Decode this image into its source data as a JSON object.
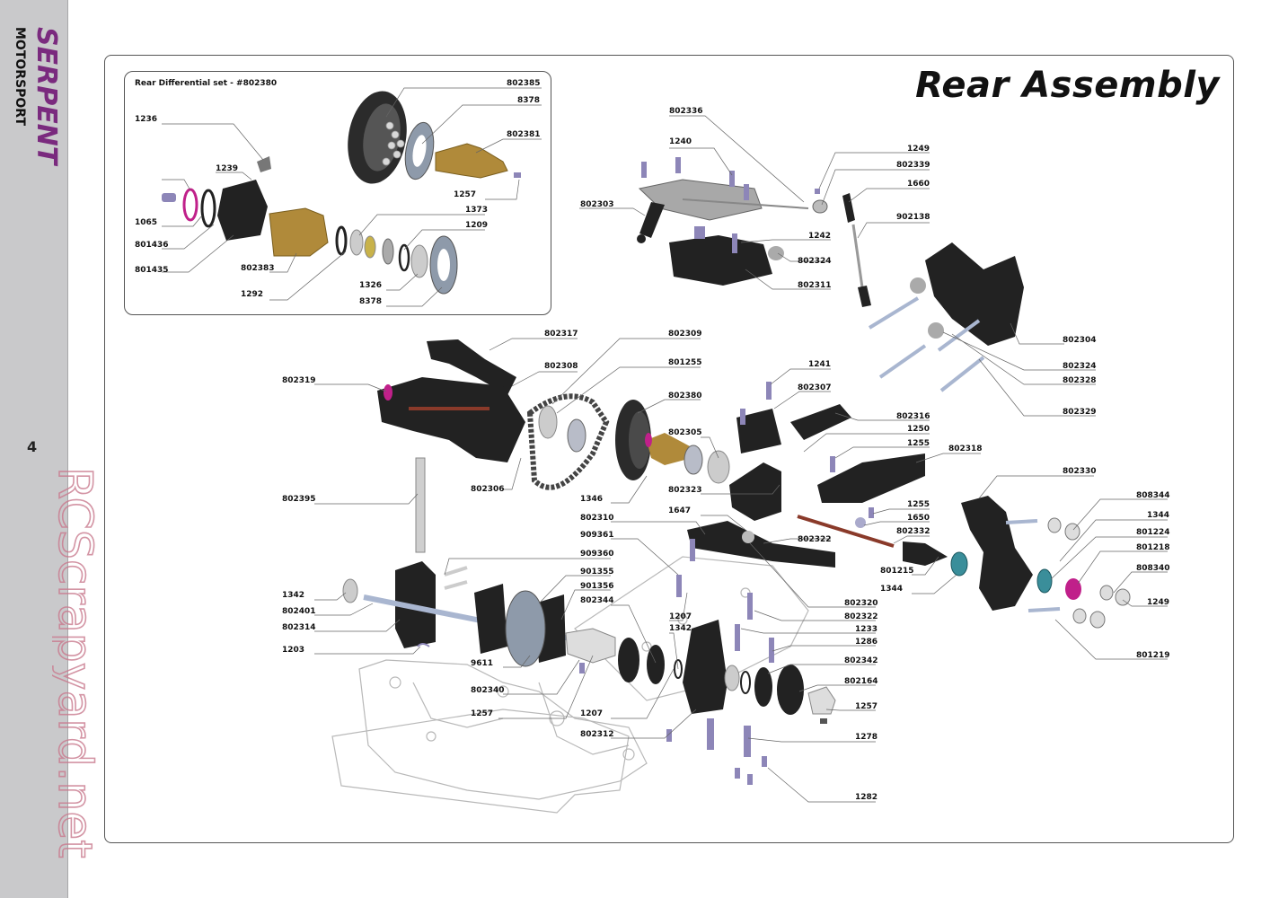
{
  "brand": {
    "line1": "SERPENT",
    "line2": "MOTORSPORT",
    "color": "#7a2a7e"
  },
  "page_number": "4",
  "title": "Rear Assembly",
  "inset_title": "Rear Differential set - #802380",
  "watermark": "RCScrapyard.net",
  "colors": {
    "part_black": "#1c1c1c",
    "screw_purple": "#8d86b8",
    "brass": "#b08a3a",
    "magenta": "#c0208a",
    "teal": "#3a8e9a",
    "outline_gray": "#b0b0b0",
    "leader": "#666666"
  },
  "labels": [
    {
      "id": "l802385",
      "text": "802385"
    },
    {
      "id": "l8378a",
      "text": "8378"
    },
    {
      "id": "l1236",
      "text": "1236"
    },
    {
      "id": "l802381",
      "text": "802381"
    },
    {
      "id": "l1239",
      "text": "1239"
    },
    {
      "id": "l1257a",
      "text": "1257"
    },
    {
      "id": "l1373",
      "text": "1373"
    },
    {
      "id": "l1065",
      "text": "1065"
    },
    {
      "id": "l1209",
      "text": "1209"
    },
    {
      "id": "l801436",
      "text": "801436"
    },
    {
      "id": "l801435",
      "text": "801435"
    },
    {
      "id": "l802383",
      "text": "802383"
    },
    {
      "id": "l1326",
      "text": "1326"
    },
    {
      "id": "l1292",
      "text": "1292"
    },
    {
      "id": "l8378b",
      "text": "8378"
    },
    {
      "id": "l802336",
      "text": "802336"
    },
    {
      "id": "l1240",
      "text": "1240"
    },
    {
      "id": "l1249a",
      "text": "1249"
    },
    {
      "id": "l802339",
      "text": "802339"
    },
    {
      "id": "l1660",
      "text": "1660"
    },
    {
      "id": "l802303",
      "text": "802303"
    },
    {
      "id": "l902138",
      "text": "902138"
    },
    {
      "id": "l1242",
      "text": "1242"
    },
    {
      "id": "l802324a",
      "text": "802324"
    },
    {
      "id": "l802311",
      "text": "802311"
    },
    {
      "id": "l802317",
      "text": "802317"
    },
    {
      "id": "l802309",
      "text": "802309"
    },
    {
      "id": "l802304",
      "text": "802304"
    },
    {
      "id": "l802308",
      "text": "802308"
    },
    {
      "id": "l801255",
      "text": "801255"
    },
    {
      "id": "l802324b",
      "text": "802324"
    },
    {
      "id": "l1241",
      "text": "1241"
    },
    {
      "id": "l802328",
      "text": "802328"
    },
    {
      "id": "l802319",
      "text": "802319"
    },
    {
      "id": "l802307",
      "text": "802307"
    },
    {
      "id": "l802380",
      "text": "802380"
    },
    {
      "id": "l802329",
      "text": "802329"
    },
    {
      "id": "l802316",
      "text": "802316"
    },
    {
      "id": "l1250",
      "text": "1250"
    },
    {
      "id": "l802305",
      "text": "802305"
    },
    {
      "id": "l1255a",
      "text": "1255"
    },
    {
      "id": "l802318",
      "text": "802318"
    },
    {
      "id": "l802330",
      "text": "802330"
    },
    {
      "id": "l802306",
      "text": "802306"
    },
    {
      "id": "l802323",
      "text": "802323"
    },
    {
      "id": "l808344",
      "text": "808344"
    },
    {
      "id": "l1346",
      "text": "1346"
    },
    {
      "id": "l802395",
      "text": "802395"
    },
    {
      "id": "l1255b",
      "text": "1255"
    },
    {
      "id": "l1647",
      "text": "1647"
    },
    {
      "id": "l1344a",
      "text": "1344"
    },
    {
      "id": "l1650",
      "text": "1650"
    },
    {
      "id": "l802310",
      "text": "802310"
    },
    {
      "id": "l802332",
      "text": "802332"
    },
    {
      "id": "l801224",
      "text": "801224"
    },
    {
      "id": "l909361",
      "text": "909361"
    },
    {
      "id": "l802322a",
      "text": "802322"
    },
    {
      "id": "l801218",
      "text": "801218"
    },
    {
      "id": "l909360",
      "text": "909360"
    },
    {
      "id": "l801215",
      "text": "801215"
    },
    {
      "id": "l808340",
      "text": "808340"
    },
    {
      "id": "l901355",
      "text": "901355"
    },
    {
      "id": "l1344b",
      "text": "1344"
    },
    {
      "id": "l901356",
      "text": "901356"
    },
    {
      "id": "l1342a",
      "text": "1342"
    },
    {
      "id": "l802344",
      "text": "802344"
    },
    {
      "id": "l1249b",
      "text": "1249"
    },
    {
      "id": "l802320",
      "text": "802320"
    },
    {
      "id": "l802401",
      "text": "802401"
    },
    {
      "id": "l802322b",
      "text": "802322"
    },
    {
      "id": "l1207a",
      "text": "1207"
    },
    {
      "id": "l802314",
      "text": "802314"
    },
    {
      "id": "l1342b",
      "text": "1342"
    },
    {
      "id": "l1233",
      "text": "1233"
    },
    {
      "id": "l1286",
      "text": "1286"
    },
    {
      "id": "l1203",
      "text": "1203"
    },
    {
      "id": "l801219",
      "text": "801219"
    },
    {
      "id": "l9611",
      "text": "9611"
    },
    {
      "id": "l802342",
      "text": "802342"
    },
    {
      "id": "l802164",
      "text": "802164"
    },
    {
      "id": "l802340",
      "text": "802340"
    },
    {
      "id": "l1257b",
      "text": "1257"
    },
    {
      "id": "l1257c",
      "text": "1257"
    },
    {
      "id": "l1207b",
      "text": "1207"
    },
    {
      "id": "l802312",
      "text": "802312"
    },
    {
      "id": "l1278",
      "text": "1278"
    },
    {
      "id": "l1282",
      "text": "1282"
    }
  ]
}
